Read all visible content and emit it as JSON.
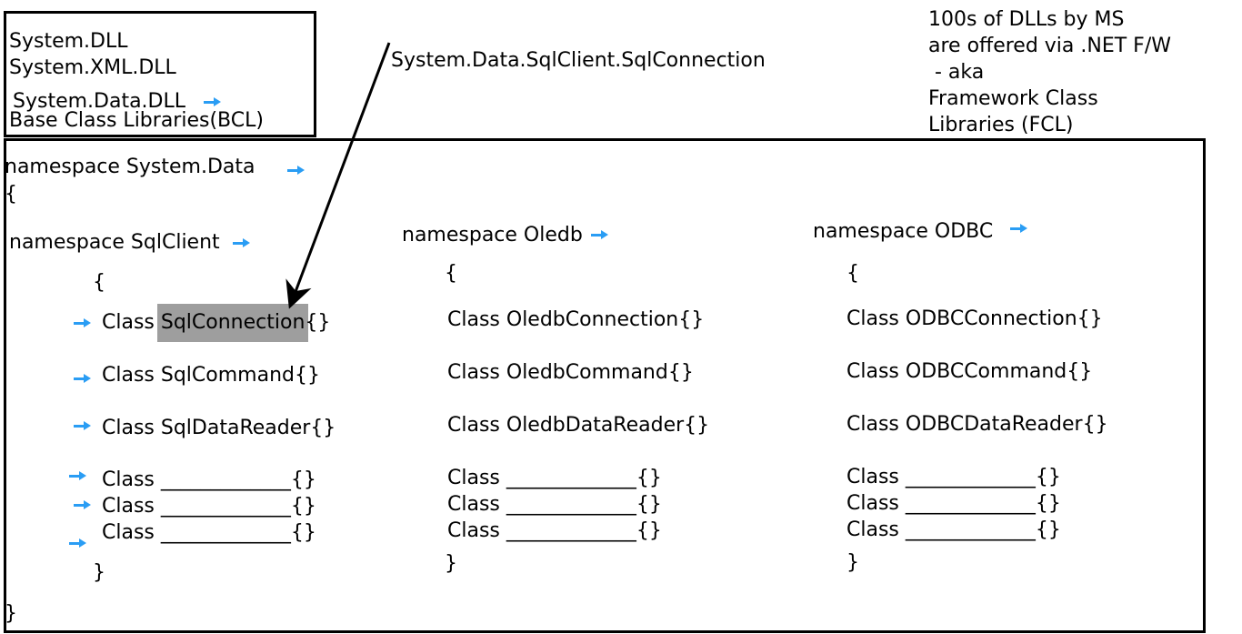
{
  "bcl_box": {
    "lines": [
      "System.DLL",
      "System.XML.DLL",
      "System.Data.DLL"
    ],
    "caption": "Base Class Libraries(BCL)"
  },
  "callout": "System.Data.SqlClient.SqlConnection",
  "note": {
    "lines": [
      "100s of DLLs by MS",
      "are offered via .NET F/W",
      " - aka",
      "Framework Class",
      "Libraries (FCL)"
    ]
  },
  "outer": {
    "namespace": "namespace System.Data",
    "open": "{",
    "close": "}"
  },
  "columns": [
    {
      "namespace": "namespace SqlClient",
      "open": "{",
      "highlight_prefix": "Class ",
      "highlight_word": "SqlConnection",
      "highlight_suffix": "{}",
      "classes": [
        "Class SqlCommand{}",
        "Class SqlDataReader{}"
      ],
      "blanks": [
        "Class _____________{}",
        "Class _____________{}",
        "Class _____________{}"
      ],
      "close": "}"
    },
    {
      "namespace": "namespace Oledb",
      "open": "{",
      "classes": [
        "Class OledbConnection{}",
        "Class OledbCommand{}",
        "Class OledbDataReader{}"
      ],
      "blanks": [
        "Class _____________{}",
        "Class _____________{}",
        "Class _____________{}"
      ],
      "close": "}"
    },
    {
      "namespace": "namespace ODBC",
      "open": "{",
      "classes": [
        "Class ODBCConnection{}",
        "Class ODBCCommand{}",
        "Class ODBCDataReader{}"
      ],
      "blanks": [
        "Class _____________{}",
        "Class _____________{}",
        "Class _____________{}"
      ],
      "close": "}"
    }
  ],
  "colors": {
    "arrow": "#2a9df4",
    "highlight": "#9e9e9e",
    "border": "#000000"
  }
}
